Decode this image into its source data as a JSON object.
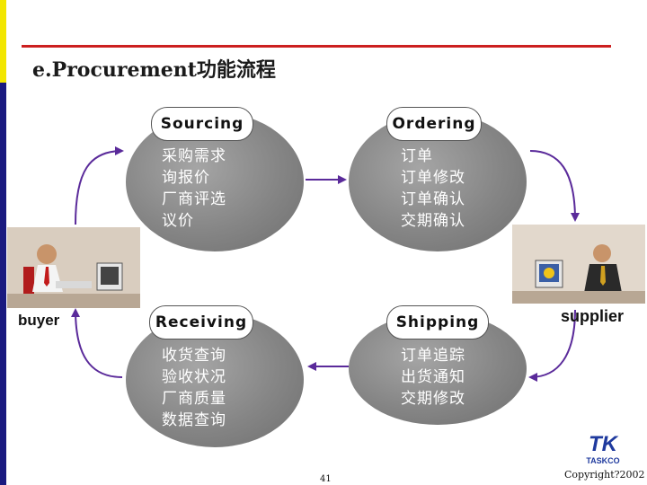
{
  "title": "e.Procurement功能流程",
  "stages": [
    {
      "name": "Sourcing",
      "items": [
        "采购需求",
        "询报价",
        "厂商评选",
        "议价"
      ]
    },
    {
      "name": "Ordering",
      "items": [
        "订单",
        "订单修改",
        "订单确认",
        "交期确认"
      ]
    },
    {
      "name": "Receiving",
      "items": [
        "收货查询",
        "验收状况",
        "厂商质量",
        "数据查询"
      ]
    },
    {
      "name": "Shipping",
      "items": [
        "订单追踪",
        "出货通知",
        "交期修改"
      ]
    }
  ],
  "actors": {
    "buyer": "buyer",
    "supplier": "supplier"
  },
  "logo": {
    "mark": "TK",
    "name": "TASKCO"
  },
  "page_number": "41",
  "copyright": "Copyright?2002",
  "colors": {
    "accent_red": "#cc1f1f",
    "bar_navy": "#1a1a80",
    "bar_yellow": "#f2e600",
    "arrow_purple": "#5a2a9a",
    "oval_gray": "#8a8a8a"
  }
}
